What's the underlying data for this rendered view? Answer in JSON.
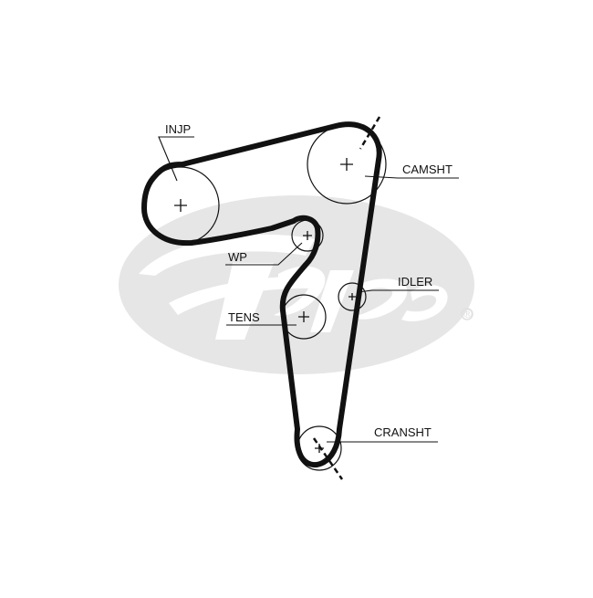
{
  "diagram": {
    "labels": {
      "injp": "INJP",
      "camsht": "CAMSHT",
      "wp": "WP",
      "idler": "IDLER",
      "tens": "TENS",
      "cransht": "CRANSHT"
    },
    "watermark": {
      "text": "Gates",
      "registered": "®"
    },
    "colors": {
      "belt": "#111111",
      "watermark": "#e6e6e6",
      "pulley": "#111111",
      "background": "#ffffff"
    }
  }
}
